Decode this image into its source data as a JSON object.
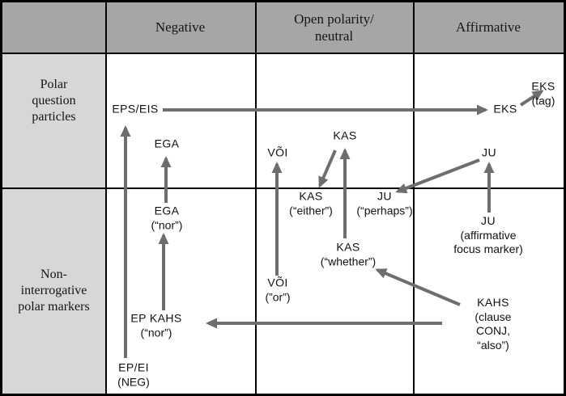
{
  "headers": {
    "cols": [
      "Negative",
      "Open polarity/\nneutral",
      "Affirmative"
    ],
    "rows": [
      "Polar\nquestion\nparticles",
      "Non-\ninterrogative\npolar markers"
    ]
  },
  "nodes": {
    "eps_eis": {
      "label": "EPS/EIS"
    },
    "eks": {
      "label": "EKS"
    },
    "eks_tag": {
      "label": "EKS",
      "gloss": "(tag)"
    },
    "ega": {
      "label": "EGA"
    },
    "voi": {
      "label": "VÕI"
    },
    "kas": {
      "label": "KAS"
    },
    "ju": {
      "label": "JU"
    },
    "kas_either": {
      "label": "KAS",
      "gloss": "(“either”)"
    },
    "ju_perhaps": {
      "label": "JU",
      "gloss": "(“perhaps”)"
    },
    "ega_nor": {
      "label": "EGA",
      "gloss": "(“nor”)"
    },
    "kas_whether": {
      "label": "KAS",
      "gloss": "(“whether”)"
    },
    "ju_focus": {
      "label": "JU",
      "gloss": "(affirmative\nfocus marker)"
    },
    "voi_or": {
      "label": "VÕI",
      "gloss": "(”or”)"
    },
    "ep_kahs": {
      "label": "EP KAHS",
      "gloss": "(“nor”)"
    },
    "kahs": {
      "label": "KAHS",
      "gloss": "(clause CONJ,\n“also”)"
    },
    "ep_ei": {
      "label": "EP/EI",
      "gloss": "(NEG)"
    }
  },
  "colors": {
    "arrow": "#6e6e6e",
    "header_bg": "#a6a6a6",
    "rowhead_bg": "#d7d7d7",
    "border": "#000000"
  }
}
